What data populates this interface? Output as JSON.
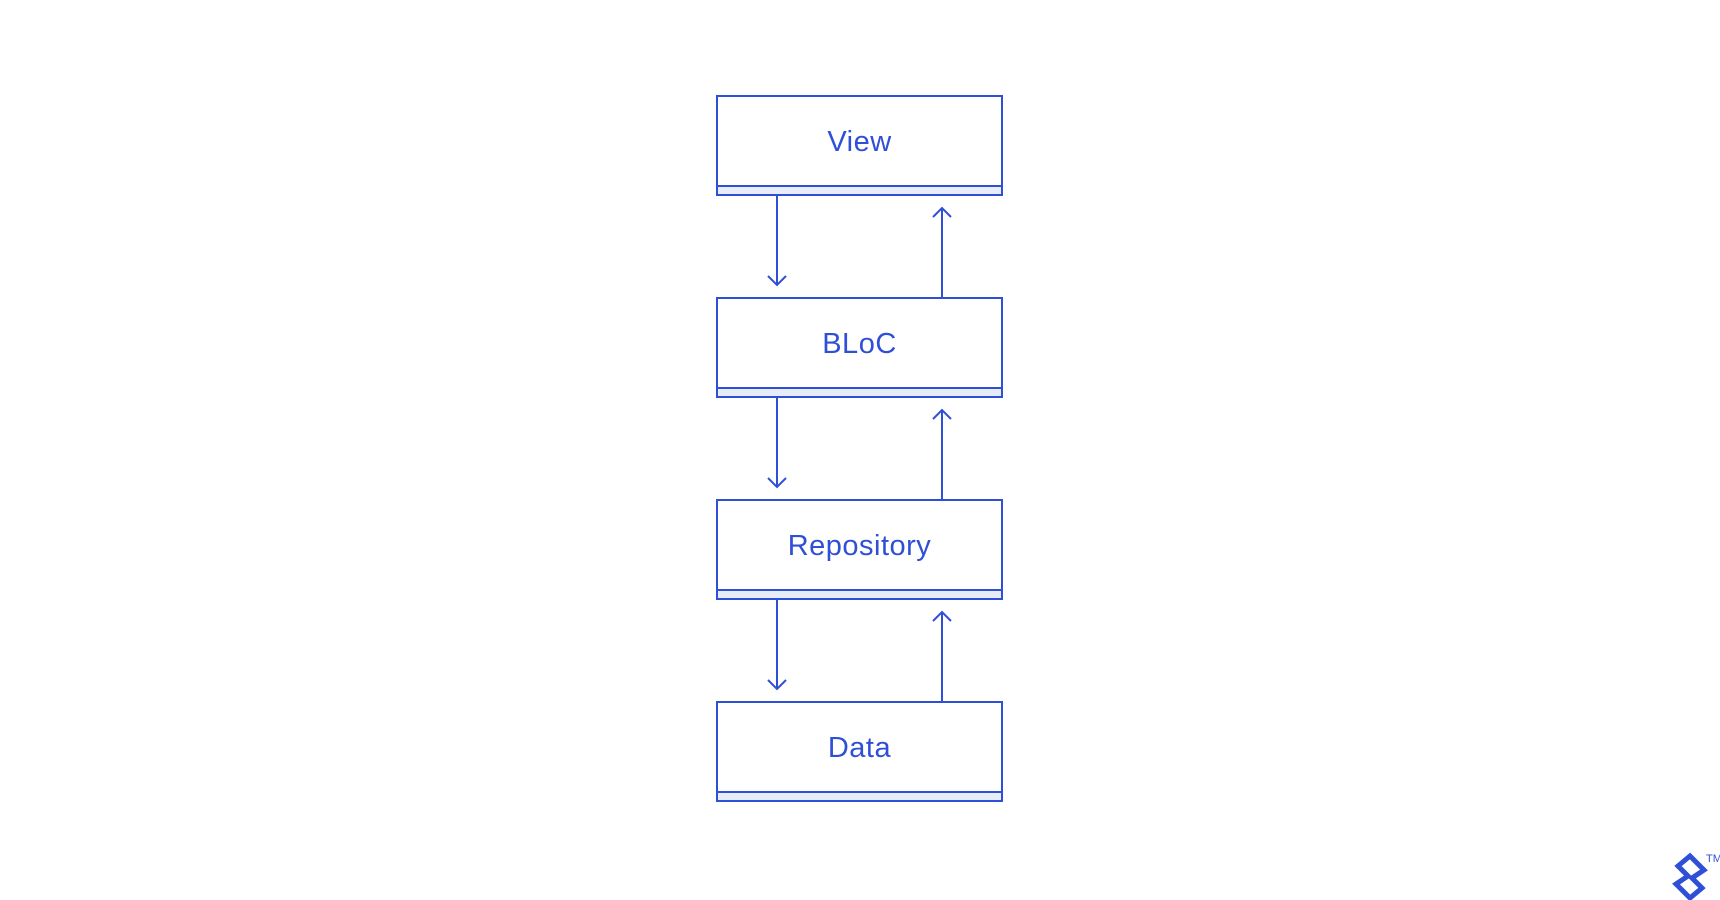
{
  "diagram": {
    "layers": [
      {
        "id": "view",
        "label": "View"
      },
      {
        "id": "bloc",
        "label": "BLoC"
      },
      {
        "id": "repository",
        "label": "Repository"
      },
      {
        "id": "data",
        "label": "Data"
      }
    ],
    "connections": [
      {
        "from": "view",
        "to": "bloc",
        "direction": "down"
      },
      {
        "from": "bloc",
        "to": "view",
        "direction": "up"
      },
      {
        "from": "bloc",
        "to": "repository",
        "direction": "down"
      },
      {
        "from": "repository",
        "to": "bloc",
        "direction": "up"
      },
      {
        "from": "repository",
        "to": "data",
        "direction": "down"
      },
      {
        "from": "data",
        "to": "repository",
        "direction": "up"
      }
    ]
  },
  "brand": {
    "logo_icon": "toptal-logo-icon",
    "trademark": "TM"
  },
  "colors": {
    "stroke": "#2f4fd6",
    "footer_fill": "#e6edf8",
    "background": "#ffffff"
  }
}
